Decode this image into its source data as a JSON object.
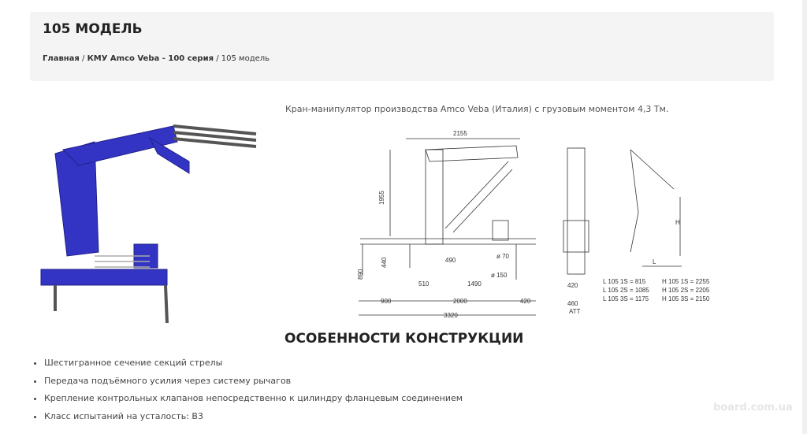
{
  "header": {
    "title": "105 МОДЕЛЬ",
    "breadcrumb": [
      {
        "label": "Главная"
      },
      {
        "label": "КМУ Amco Veba - 100 серия"
      },
      {
        "label": "105 модель"
      }
    ],
    "sep": "/"
  },
  "description": "Кран-манипулятор производства Amco Veba (Италия) с грузовым моментом 4,3 Тм.",
  "drawing": {
    "dims": {
      "d2155": "2155",
      "d1955": "1955",
      "d440": "440",
      "d890": "890",
      "d490": "490",
      "d70": "ø 70",
      "d150": "ø 150",
      "d510": "510",
      "d1490": "1490",
      "d900": "900",
      "d2000": "2000",
      "d420": "420",
      "d3320": "3320",
      "s420": "420",
      "s460": "460",
      "att": "ATT",
      "H": "H",
      "L": "L"
    },
    "specs": [
      "L 105 1S = 815",
      "L 105 2S = 1085",
      "L 105 3S = 1175",
      "H 105 1S = 2255",
      "H 105 2S = 2205",
      "H 105 3S = 2150"
    ]
  },
  "features": {
    "title": "ОСОБЕННОСТИ КОНСТРУКЦИИ",
    "items": [
      "Шестигранное сечение секций стрелы",
      "Передача подъёмного усилия через систему рычагов",
      "Крепление контрольных клапанов непосредственно к цилиндру фланцевым соединением",
      "Класс испытаний на усталость: B3"
    ]
  },
  "watermark": "board.com.ua",
  "colors": {
    "crane": "#3232c8"
  }
}
